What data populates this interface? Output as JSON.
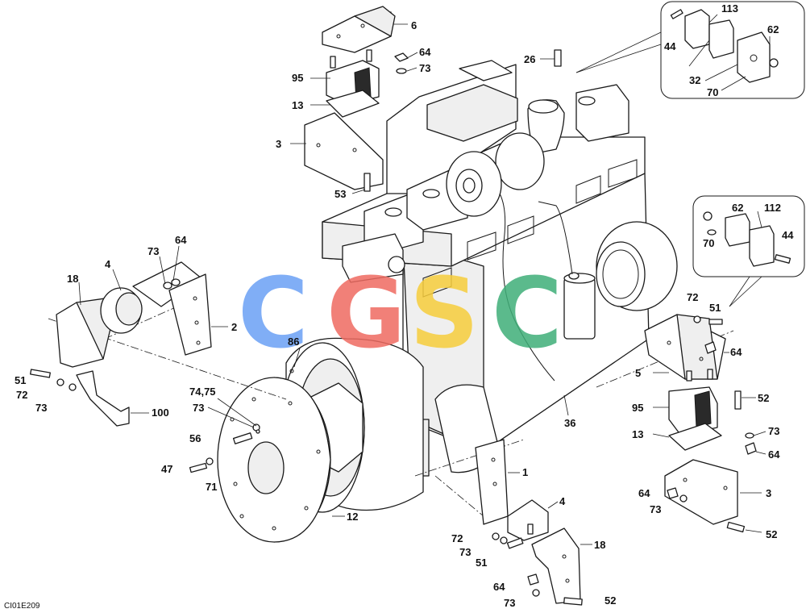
{
  "drawing_code": "CI01E209",
  "watermark": {
    "letters": [
      "C",
      "G",
      "S",
      "C"
    ],
    "colors": [
      "#6aa0f5",
      "#ef6b61",
      "#f7cd3c",
      "#3fae78"
    ]
  },
  "labels": {
    "n1": "1",
    "n2": "2",
    "n3_top": "3",
    "n3_right": "3",
    "n4_left": "4",
    "n4_bottom": "4",
    "n5": "5",
    "n6": "6",
    "n12": "12",
    "n13_top": "13",
    "n13_right": "13",
    "n18_left": "18",
    "n18_bottom": "18",
    "n26": "26",
    "n32": "32",
    "n36": "36",
    "n44_top": "44",
    "n44_right": "44",
    "n47": "47",
    "n51_left": "51",
    "n51_right": "51",
    "n51_bottom": "51",
    "n52_right1": "52",
    "n52_right2": "52",
    "n52_bottom": "52",
    "n53": "53",
    "n56": "56",
    "n62_top": "62",
    "n62_right": "62",
    "n64_top": "64",
    "n64_left": "64",
    "n64_right1": "64",
    "n64_right2": "64",
    "n64_right3": "64",
    "n64_bottom": "64",
    "n70_top": "70",
    "n70_right": "70",
    "n71": "71",
    "n72_left": "72",
    "n72_right": "72",
    "n72_bottom": "72",
    "n73_top": "73",
    "n73_left1": "73",
    "n73_left2": "73",
    "n73_flywheel": "73",
    "n73_right1": "73",
    "n73_right2": "73",
    "n73_bottom1": "73",
    "n73_bottom2": "73",
    "n7475": "74,75",
    "n86": "86",
    "n95_top": "95",
    "n95_right": "95",
    "n100": "100",
    "n112": "112",
    "n113": "113"
  }
}
